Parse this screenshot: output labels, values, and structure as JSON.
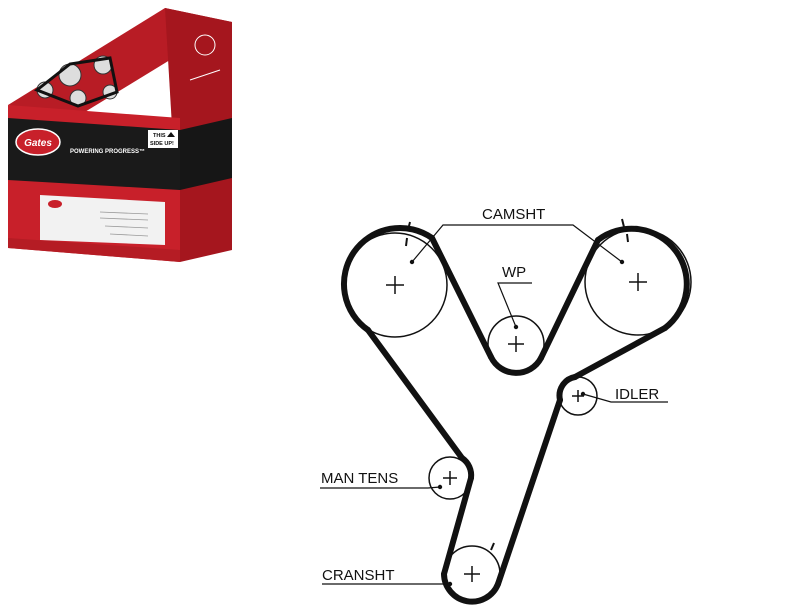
{
  "product_box": {
    "brand": "Gates",
    "slogan": "POWERING PROGRESS™",
    "orientation_notice_line1": "THIS",
    "orientation_notice_line2": "SIDE UP!",
    "colors": {
      "red": "#c8202a",
      "dark": "#1a1a1a",
      "label": "#f2f2f2"
    }
  },
  "diagram": {
    "labels": {
      "camshaft": "CAMSHT",
      "water_pump": "WP",
      "idler": "IDLER",
      "manual_tensioner": "MAN TENS",
      "crankshaft": "CRANSHT"
    },
    "colors": {
      "belt": "#111111",
      "pulley": "#111111"
    }
  }
}
